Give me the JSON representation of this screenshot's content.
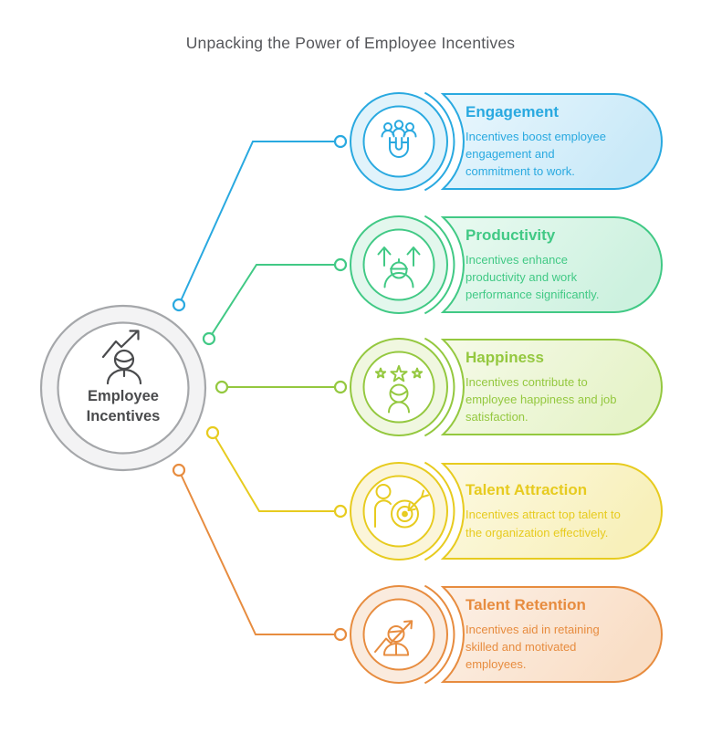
{
  "page": {
    "title": "Unpacking the Power of Employee Incentives",
    "title_color": "#55565A",
    "background": "#FFFFFF"
  },
  "center": {
    "label": "Employee\nIncentives",
    "text_color": "#4A4B4D",
    "icon": "person-growth-chart-icon",
    "icon_color": "#4A4B4D",
    "ring_color": "#A5A7AA",
    "ring_fill": "#F3F3F4"
  },
  "cards": [
    {
      "title": "Engagement",
      "description": "Incentives boost employee\nengagement and\ncommitment to work.",
      "icon": "magnet-people-icon",
      "color": "#29A9E0",
      "fill_light": "#EAF7FD",
      "fill_dark": "#C9E9F8",
      "icon_fill": "#E1F3FB"
    },
    {
      "title": "Productivity",
      "description": "Incentives enhance\nproductivity and work\nperformance significantly.",
      "icon": "worker-arrows-up-icon",
      "color": "#41C985",
      "fill_light": "#E9FAF1",
      "fill_dark": "#CDF1DF",
      "icon_fill": "#E3F7ED"
    },
    {
      "title": "Happiness",
      "description": "Incentives contribute to\nemployee happiness and job\nsatisfaction.",
      "icon": "person-stars-icon",
      "color": "#94C83F",
      "fill_light": "#F5FAE8",
      "fill_dark": "#E6F3C9",
      "icon_fill": "#F0F7E0"
    },
    {
      "title": "Talent Attraction",
      "description": "Incentives attract top talent to\nthe organization effectively.",
      "icon": "person-target-dart-icon",
      "color": "#E7CB1F",
      "fill_light": "#FCF9E2",
      "fill_dark": "#F8F0BA",
      "icon_fill": "#FBF5D9"
    },
    {
      "title": "Talent Retention",
      "description": "Incentives aid in retaining\nskilled and motivated\nemployees.",
      "icon": "person-rising-arrow-icon",
      "color": "#E78C3F",
      "fill_light": "#FCF0E6",
      "fill_dark": "#F9DEC6",
      "icon_fill": "#FAEBDE"
    }
  ]
}
